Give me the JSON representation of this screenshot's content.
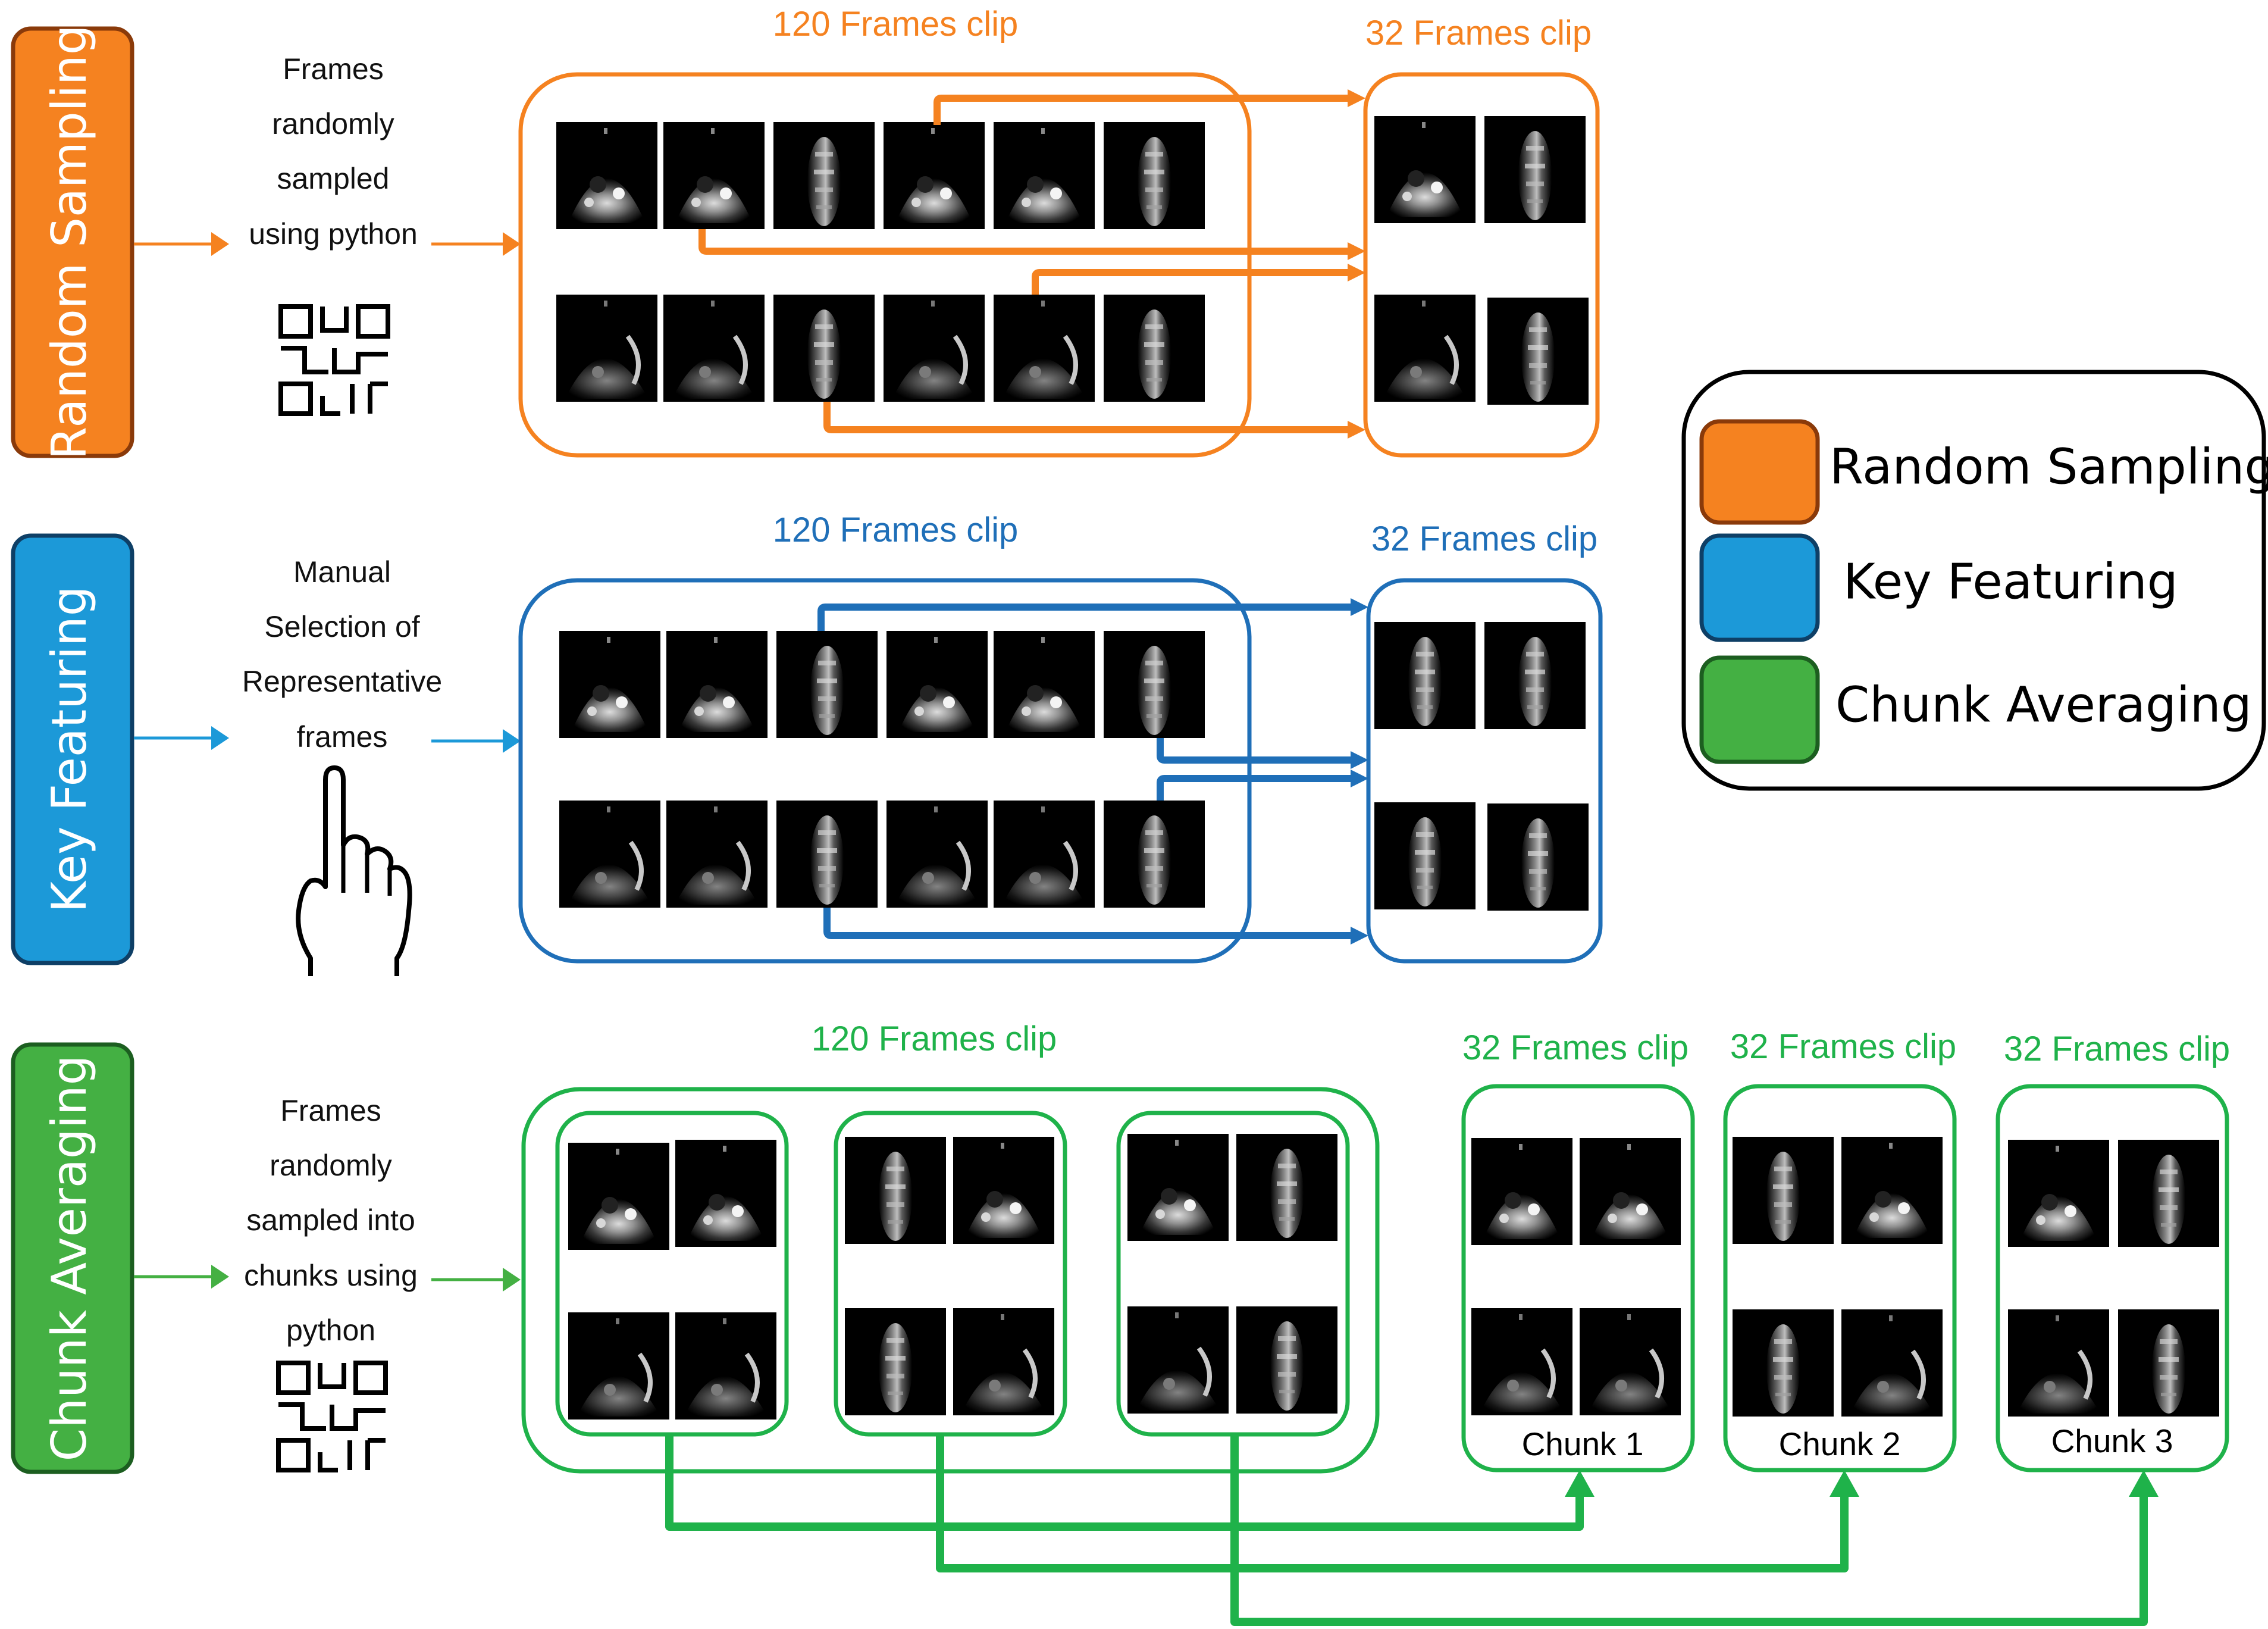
{
  "colors": {
    "orange": "#F58220",
    "orange_dark": "#8A3A0A",
    "blue": "#1F6FB8",
    "blue_light": "#1C99D8",
    "blue_dark": "#0E3F66",
    "green": "#1FB24A",
    "green_legend": "#44B043",
    "green_dark": "#1C5E20",
    "black": "#000000"
  },
  "sections": {
    "random": {
      "side_label": "Random Sampling",
      "desc": [
        "Frames",
        "randomly",
        "sampled",
        "using python"
      ],
      "clip120_label": "120 Frames clip",
      "clip32_label": "32 Frames clip",
      "desc_icon": "qr-code-icon"
    },
    "key": {
      "side_label": "Key Featuring",
      "desc": [
        "Manual",
        "Selection of",
        "Representative",
        "frames"
      ],
      "clip120_label": "120 Frames clip",
      "clip32_label": "32 Frames clip",
      "desc_icon": "pointing-hand-icon"
    },
    "chunk": {
      "side_label": "Chunk Averaging",
      "desc": [
        "Frames",
        "randomly",
        "sampled into",
        "chunks using",
        "python"
      ],
      "clip120_label": "120 Frames clip",
      "clip32_labels": [
        "32 Frames clip",
        "32 Frames clip",
        "32 Frames clip"
      ],
      "chunk_labels": [
        "Chunk 1",
        "Chunk 2",
        "Chunk 3"
      ],
      "desc_icon": "qr-code-icon"
    }
  },
  "legend": {
    "items": [
      {
        "label": "Random Sampling",
        "color": "#F58220"
      },
      {
        "label": "Key Featuring",
        "color": "#1C99D8"
      },
      {
        "label": "Chunk Averaging",
        "color": "#44B043"
      }
    ]
  },
  "frame_types": {
    "A": "bright fan-shaped ultrasound frame",
    "B": "dim vertical ultrasound frame",
    "C": "dim fan-shaped ultrasound frame"
  }
}
